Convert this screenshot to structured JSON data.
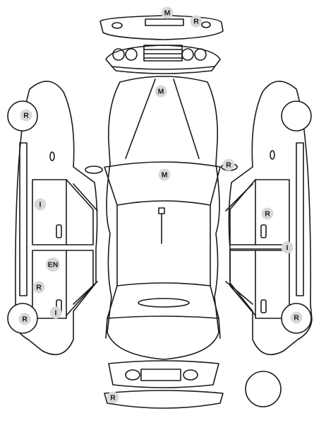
{
  "markers": [
    {
      "id": "front-bumper-m",
      "code": "M"
    },
    {
      "id": "front-bumper-r",
      "code": "R"
    },
    {
      "id": "hood-m",
      "code": "M"
    },
    {
      "id": "windshield-m",
      "code": "M"
    },
    {
      "id": "right-mirror-r",
      "code": "R"
    },
    {
      "id": "left-front-wheel-r",
      "code": "R"
    },
    {
      "id": "left-front-door-i",
      "code": "I"
    },
    {
      "id": "left-rear-door-en",
      "code": "EN"
    },
    {
      "id": "left-rocker-r",
      "code": "R"
    },
    {
      "id": "left-rear-handle-i",
      "code": "I"
    },
    {
      "id": "left-rear-wheel-r",
      "code": "R"
    },
    {
      "id": "right-front-door-r",
      "code": "R"
    },
    {
      "id": "right-door-line-i",
      "code": "I"
    },
    {
      "id": "right-rear-wheel-r",
      "code": "R"
    },
    {
      "id": "rear-bumper-r",
      "code": "R"
    }
  ]
}
